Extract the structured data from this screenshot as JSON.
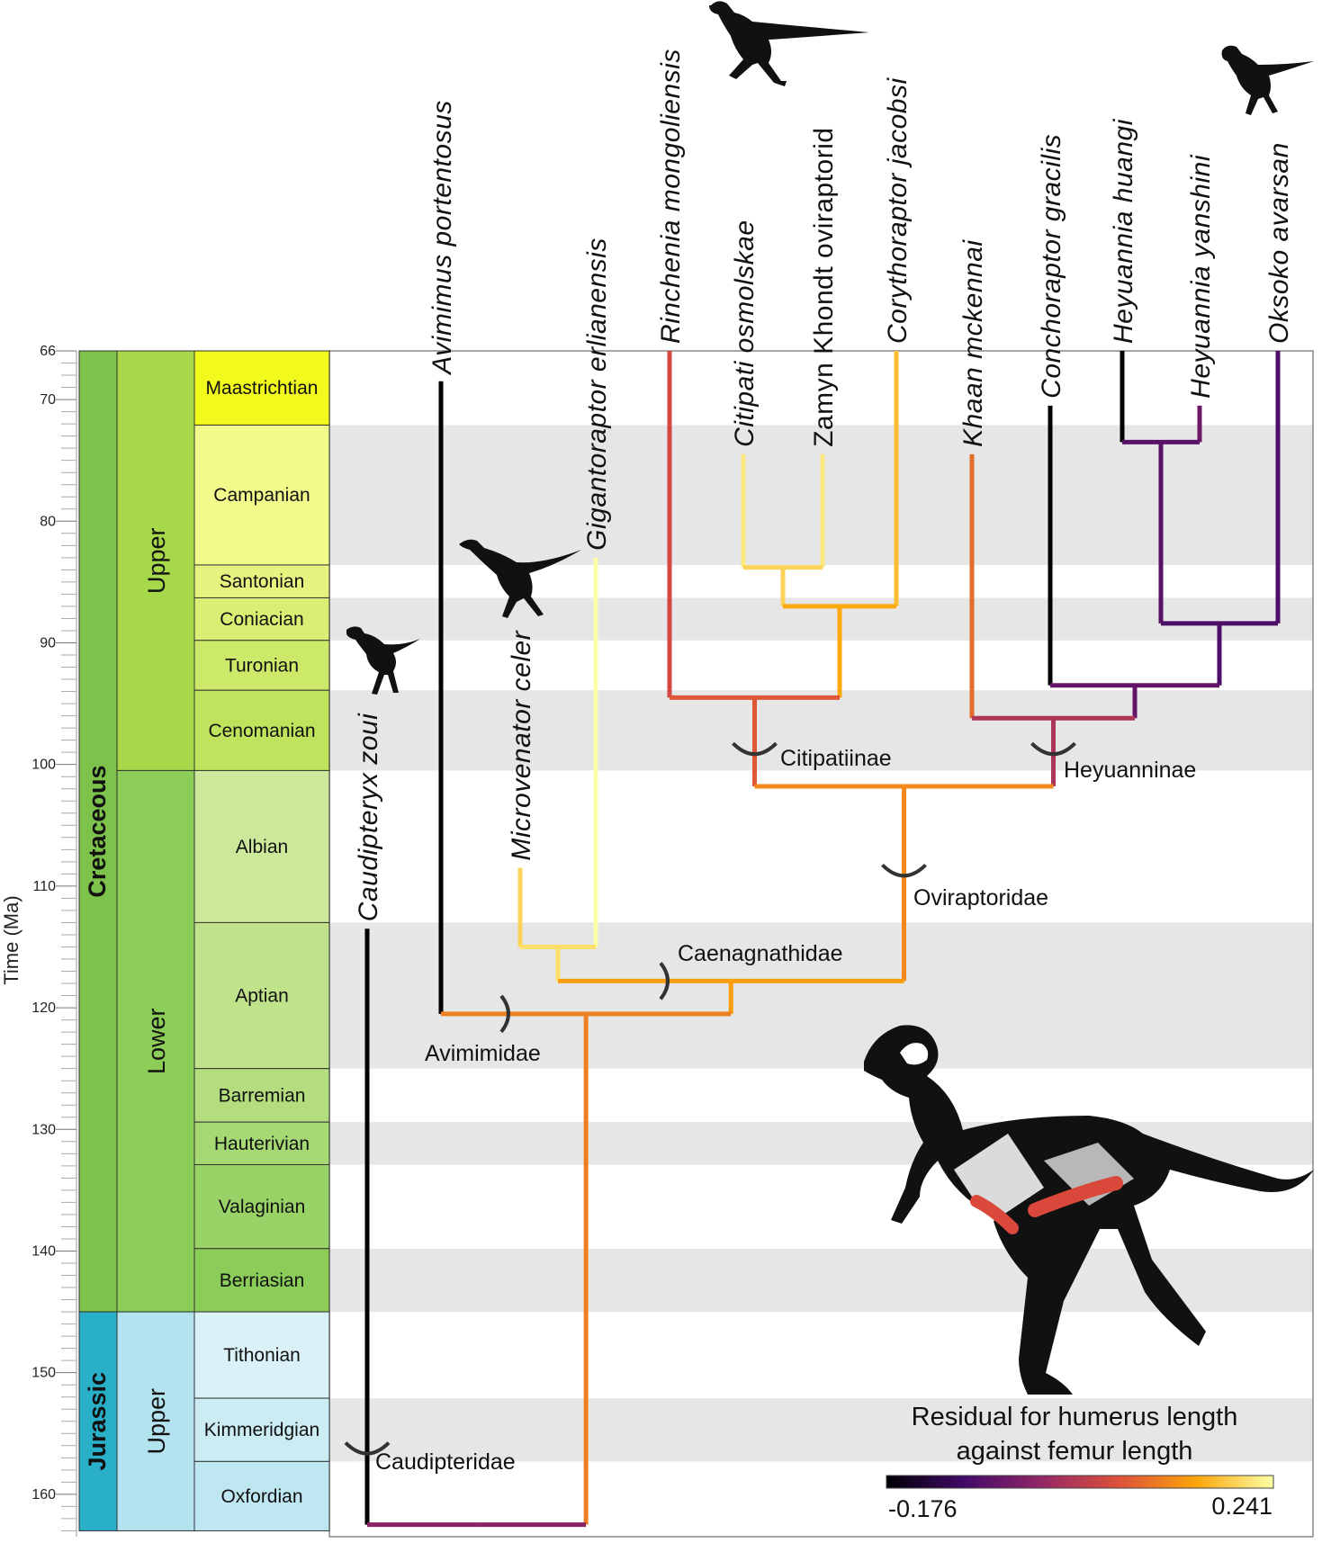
{
  "axis": {
    "label": "Time (Ma)",
    "min": 66,
    "max": 163,
    "ticks": [
      66,
      70,
      80,
      90,
      100,
      110,
      120,
      130,
      140,
      150,
      160
    ]
  },
  "periods": [
    {
      "name": "Cretaceous",
      "start": 66,
      "end": 145,
      "color": "#7dc24b"
    },
    {
      "name": "Jurassic",
      "start": 145,
      "end": 163,
      "color": "#2aafc9"
    }
  ],
  "epochs": [
    {
      "name": "Upper",
      "start": 66,
      "end": 100.5,
      "color": "#a6d84a"
    },
    {
      "name": "Lower",
      "start": 100.5,
      "end": 145,
      "color": "#8ccd57"
    },
    {
      "name": "Upper",
      "start": 145,
      "end": 163,
      "color": "#b3e3ee"
    }
  ],
  "stages": [
    {
      "name": "Maastrichtian",
      "start": 66,
      "end": 72.1,
      "color": "#f2f91d",
      "shade": false
    },
    {
      "name": "Campanian",
      "start": 72.1,
      "end": 83.6,
      "color": "#f2fa8c",
      "shade": true
    },
    {
      "name": "Santonian",
      "start": 83.6,
      "end": 86.3,
      "color": "#e6f47f",
      "shade": false
    },
    {
      "name": "Coniacian",
      "start": 86.3,
      "end": 89.8,
      "color": "#d9ef74",
      "shade": true
    },
    {
      "name": "Turonian",
      "start": 89.8,
      "end": 93.9,
      "color": "#cce96a",
      "shade": false
    },
    {
      "name": "Cenomanian",
      "start": 93.9,
      "end": 100.5,
      "color": "#bfe35d",
      "shade": true
    },
    {
      "name": "Albian",
      "start": 100.5,
      "end": 113,
      "color": "#cce89a",
      "shade": false
    },
    {
      "name": "Aptian",
      "start": 113,
      "end": 125,
      "color": "#bfe28a",
      "shade": true
    },
    {
      "name": "Barremian",
      "start": 125,
      "end": 129.4,
      "color": "#b3dd7f",
      "shade": false
    },
    {
      "name": "Hauterivian",
      "start": 129.4,
      "end": 132.9,
      "color": "#a6d873",
      "shade": true
    },
    {
      "name": "Valaginian",
      "start": 132.9,
      "end": 139.8,
      "color": "#99d266",
      "shade": false
    },
    {
      "name": "Berriasian",
      "start": 139.8,
      "end": 145,
      "color": "#8ccd5a",
      "shade": true
    },
    {
      "name": "Tithonian",
      "start": 145,
      "end": 152.1,
      "color": "#d9f1f7",
      "shade": false
    },
    {
      "name": "Kimmeridgian",
      "start": 152.1,
      "end": 157.3,
      "color": "#ccecf4",
      "shade": true
    },
    {
      "name": "Oxfordian",
      "start": 157.3,
      "end": 163,
      "color": "#bfe7f1",
      "shade": false
    }
  ],
  "taxa": [
    {
      "name": "Caudipteryx zoui",
      "italic": true,
      "residual": -0.176,
      "tip_age": 113.5
    },
    {
      "name": "Avimimus portentosus",
      "italic": true,
      "residual": -0.176,
      "tip_age": 68.5
    },
    {
      "name": "Microvenator celer",
      "italic": true,
      "residual": 0.2,
      "tip_age": 108.5
    },
    {
      "name": "Gigantoraptor erlianensis",
      "italic": true,
      "residual": 0.241,
      "tip_age": 83
    },
    {
      "name": "Rinchenia mongoliensis",
      "italic": true,
      "residual": 0.06,
      "tip_age": 66
    },
    {
      "name": "Citipati osmolskae",
      "italic": true,
      "residual": 0.22,
      "tip_age": 74.5
    },
    {
      "name": "Zamyn Khondt oviraptorid",
      "italic": false,
      "residual": 0.22,
      "tip_age": 74.5
    },
    {
      "name": "Corythoraptor jacobsi",
      "italic": true,
      "residual": 0.18,
      "tip_age": 66
    },
    {
      "name": "Khaan mckennai",
      "italic": true,
      "residual": 0.1,
      "tip_age": 74.5
    },
    {
      "name": "Conchoraptor gracilis",
      "italic": true,
      "residual": -0.176,
      "tip_age": 70.5
    },
    {
      "name": "Heyuannia huangi",
      "italic": true,
      "residual": -0.176,
      "tip_age": 66
    },
    {
      "name": "Heyuannia yanshini",
      "italic": true,
      "residual": -0.05,
      "tip_age": 70.5
    },
    {
      "name": "Oksoko avarsan",
      "italic": true,
      "residual": -0.08,
      "tip_age": 66
    }
  ],
  "clades": [
    {
      "name": "Caudipteridae"
    },
    {
      "name": "Avimimidae"
    },
    {
      "name": "Caenagnathidae"
    },
    {
      "name": "Oviraptoridae"
    },
    {
      "name": "Citipatiinae"
    },
    {
      "name": "Heyuanninae"
    }
  ],
  "legend": {
    "title_line1": "Residual for humerus length",
    "title_line2": "against femur length",
    "min_label": "-0.176",
    "max_label": "0.241",
    "min": -0.176,
    "max": 0.241,
    "stops": [
      "#000004",
      "#420a68",
      "#932667",
      "#dd513a",
      "#fca50a",
      "#fcffa4"
    ]
  },
  "colors": {
    "shade_band": "#e6e6e6",
    "clade_marker": "#333333",
    "highlight_bone": "#d9483b",
    "silhouette": "#111111"
  }
}
